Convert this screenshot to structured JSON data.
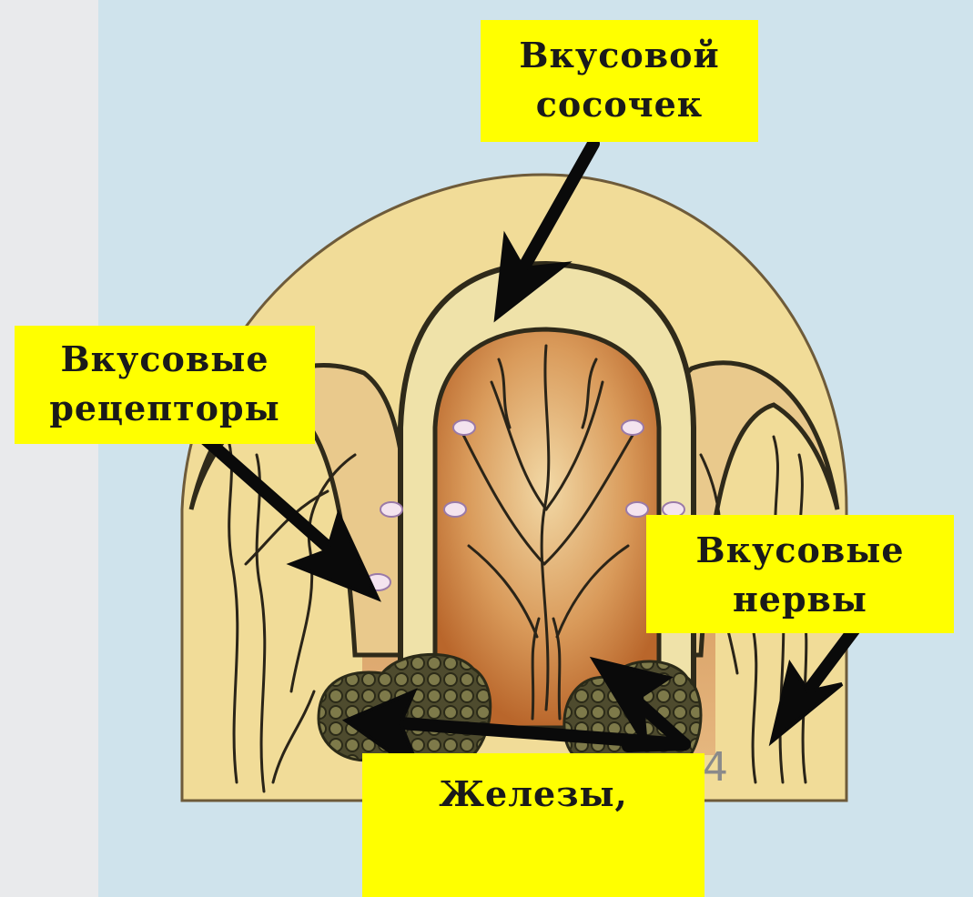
{
  "labels": {
    "papilla": [
      "Вкусовой",
      "сосочек"
    ],
    "receptors": [
      "Вкусовые",
      "рецепторы"
    ],
    "nerves": [
      "Вкусовые",
      "нервы"
    ],
    "glands": [
      "Железы,"
    ]
  },
  "figure_number": "4",
  "colors": {
    "background": "#cfe3ec",
    "label_fill": "#ffff00",
    "tissue": "#f1dc98",
    "papilla_core": "#c97a3a",
    "arrow": "#0a0a0a"
  }
}
